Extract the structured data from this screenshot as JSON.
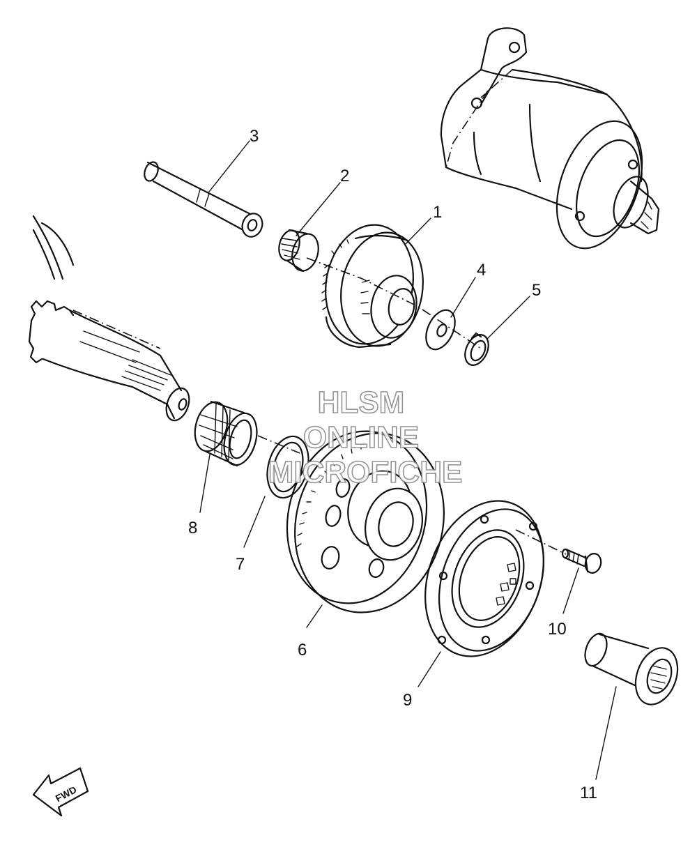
{
  "diagram": {
    "callouts": [
      "1",
      "2",
      "3",
      "4",
      "5",
      "6",
      "7",
      "8",
      "9",
      "10",
      "11"
    ],
    "watermark": [
      "HLSM",
      "ONLINE",
      "MICROFICHE"
    ],
    "direction_label": "FWD",
    "colors": {
      "line": "#111111",
      "background": "#ffffff",
      "watermark_outline": "#8a8a8a"
    }
  }
}
